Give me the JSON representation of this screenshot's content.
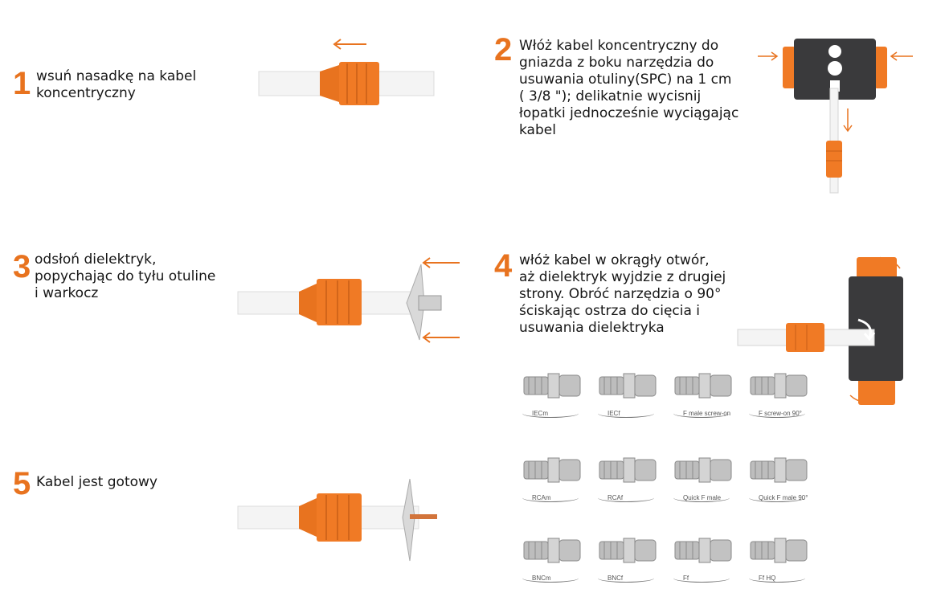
{
  "colors": {
    "accent": "#e8731f",
    "orange_part": "#f07a25",
    "cable": "#f4f4f4",
    "tool_body": "#3a3a3c",
    "metal": "#c9c9c9"
  },
  "steps": [
    {
      "number": "1",
      "text": "wsuń nasadkę na kabel\nkoncentryczny"
    },
    {
      "number": "2",
      "text": "Włóż kabel koncentryczny do\ngniazda z boku narzędzia do\nusuwania otuliny(SPC) na 1 cm\n( 3/8 \"); delikatnie wycisnij\nłopatki jednocześnie wyciągając\nkabel"
    },
    {
      "number": "3",
      "text": "odsłoń dielektryk,\npopychając do tyłu otuline\ni warkocz"
    },
    {
      "number": "4",
      "text": "włóż kabel w okrągły otwór,\naż dielektryk wyjdzie z drugiej\nstrony. Obróć narzędzia o 90°\nściskając ostrza do cięcia i\nusuwania dielektryka"
    },
    {
      "number": "5",
      "text": "Kabel jest gotowy"
    }
  ],
  "tool_label": "",
  "connectors": [
    {
      "label": "IECm",
      "icon": "iec-male-connector-icon"
    },
    {
      "label": "IECf",
      "icon": "iec-female-connector-icon"
    },
    {
      "label": "F male screw-on",
      "icon": "f-male-screw-on-connector-icon"
    },
    {
      "label": "F screw-on 90°",
      "icon": "f-screw-on-90-connector-icon"
    },
    {
      "label": "RCAm",
      "icon": "rca-male-connector-icon"
    },
    {
      "label": "RCAf",
      "icon": "rca-female-connector-icon"
    },
    {
      "label": "Quick F male",
      "icon": "quick-f-male-connector-icon"
    },
    {
      "label": "Quick F male 90°",
      "icon": "quick-f-male-90-connector-icon"
    },
    {
      "label": "BNCm",
      "icon": "bnc-male-connector-icon"
    },
    {
      "label": "BNCf",
      "icon": "bnc-female-connector-icon"
    },
    {
      "label": "Ff",
      "icon": "ff-connector-icon"
    },
    {
      "label": "Ff HQ",
      "icon": "ff-hq-connector-icon"
    }
  ]
}
